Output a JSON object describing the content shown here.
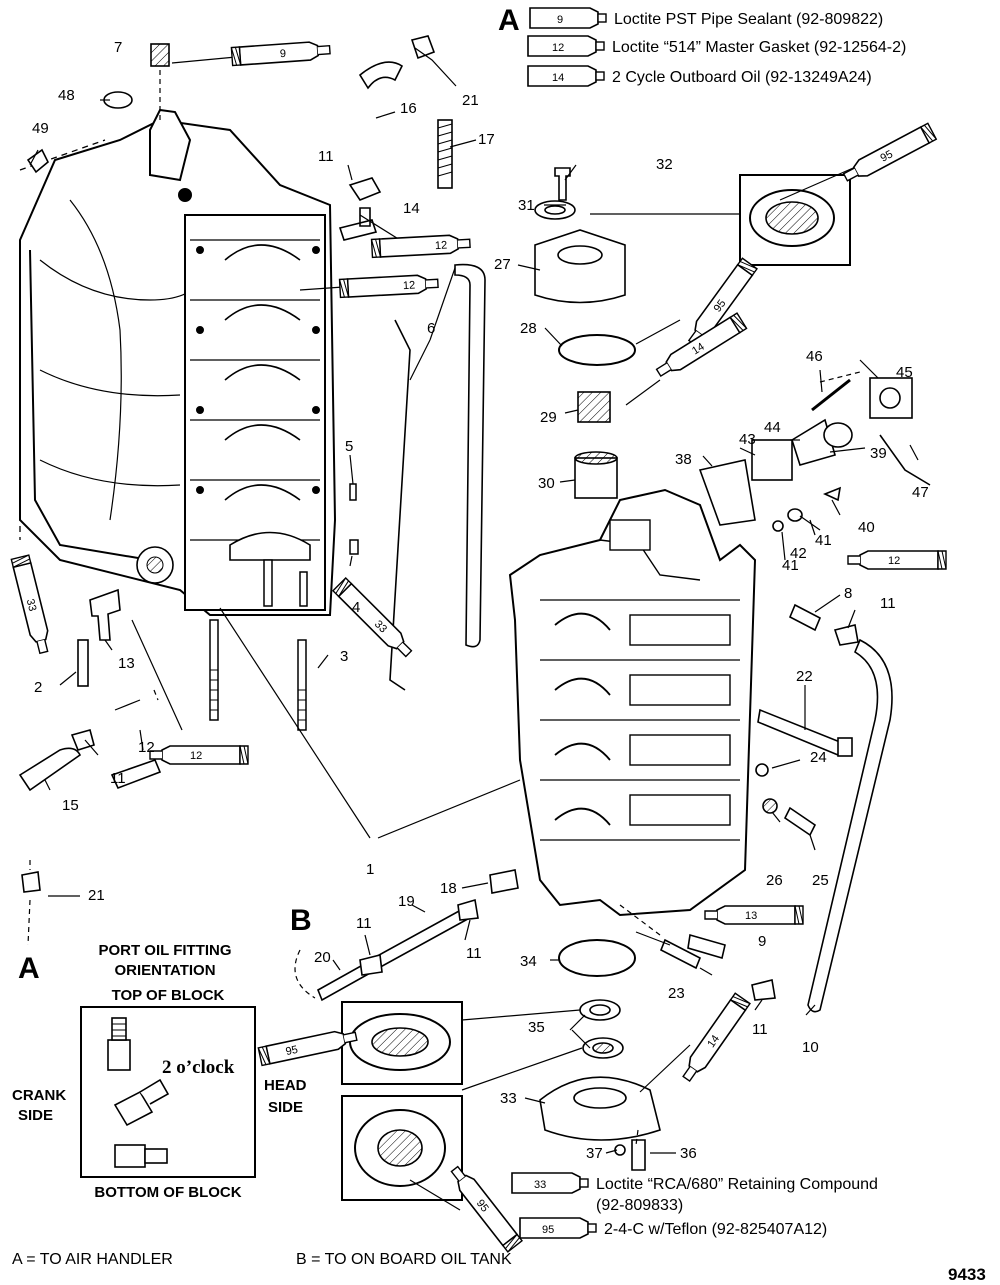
{
  "legend": {
    "marker": "A",
    "items": [
      {
        "tube": "9",
        "text": "Loctite PST Pipe Sealant (92-809822)"
      },
      {
        "tube": "12",
        "text": "Loctite “514” Master Gasket (92-12564-2)"
      },
      {
        "tube": "14",
        "text": "2 Cycle Outboard Oil (92-13249A24)"
      }
    ],
    "bottom_items": [
      {
        "tube": "33",
        "text": "Loctite “RCA/680” Retaining Compound",
        "text2": "(92-809833)"
      },
      {
        "tube": "95",
        "text": "2-4-C w/Teflon (92-825407A12)"
      }
    ]
  },
  "inset": {
    "title1": "PORT OIL FITTING",
    "title2": "ORIENTATION",
    "top": "TOP OF BLOCK",
    "bottom": "BOTTOM OF BLOCK",
    "clock": "2 o’clock",
    "left1": "CRANK",
    "left2": "SIDE",
    "right1": "HEAD",
    "right2": "SIDE"
  },
  "markers": {
    "a_top": "A",
    "a_bottom": "A",
    "b": "B"
  },
  "footer": {
    "a_note": "A = TO AIR HANDLER",
    "b_note": "B = TO ON BOARD OIL TANK",
    "drawing_code": "9433"
  },
  "callouts": [
    "1",
    "2",
    "3",
    "4",
    "5",
    "6",
    "7",
    "8",
    "9",
    "10",
    "11",
    "12",
    "13",
    "14",
    "15",
    "16",
    "17",
    "18",
    "19",
    "20",
    "21",
    "22",
    "23",
    "24",
    "25",
    "26",
    "27",
    "28",
    "29",
    "30",
    "31",
    "32",
    "33",
    "34",
    "35",
    "36",
    "37",
    "38",
    "39",
    "40",
    "41",
    "42",
    "43",
    "44",
    "45",
    "46",
    "47",
    "48",
    "49"
  ],
  "tube_labels": {
    "t95": "95",
    "t12": "12",
    "t14": "14",
    "t33": "33",
    "t13": "13",
    "t9": "9"
  }
}
